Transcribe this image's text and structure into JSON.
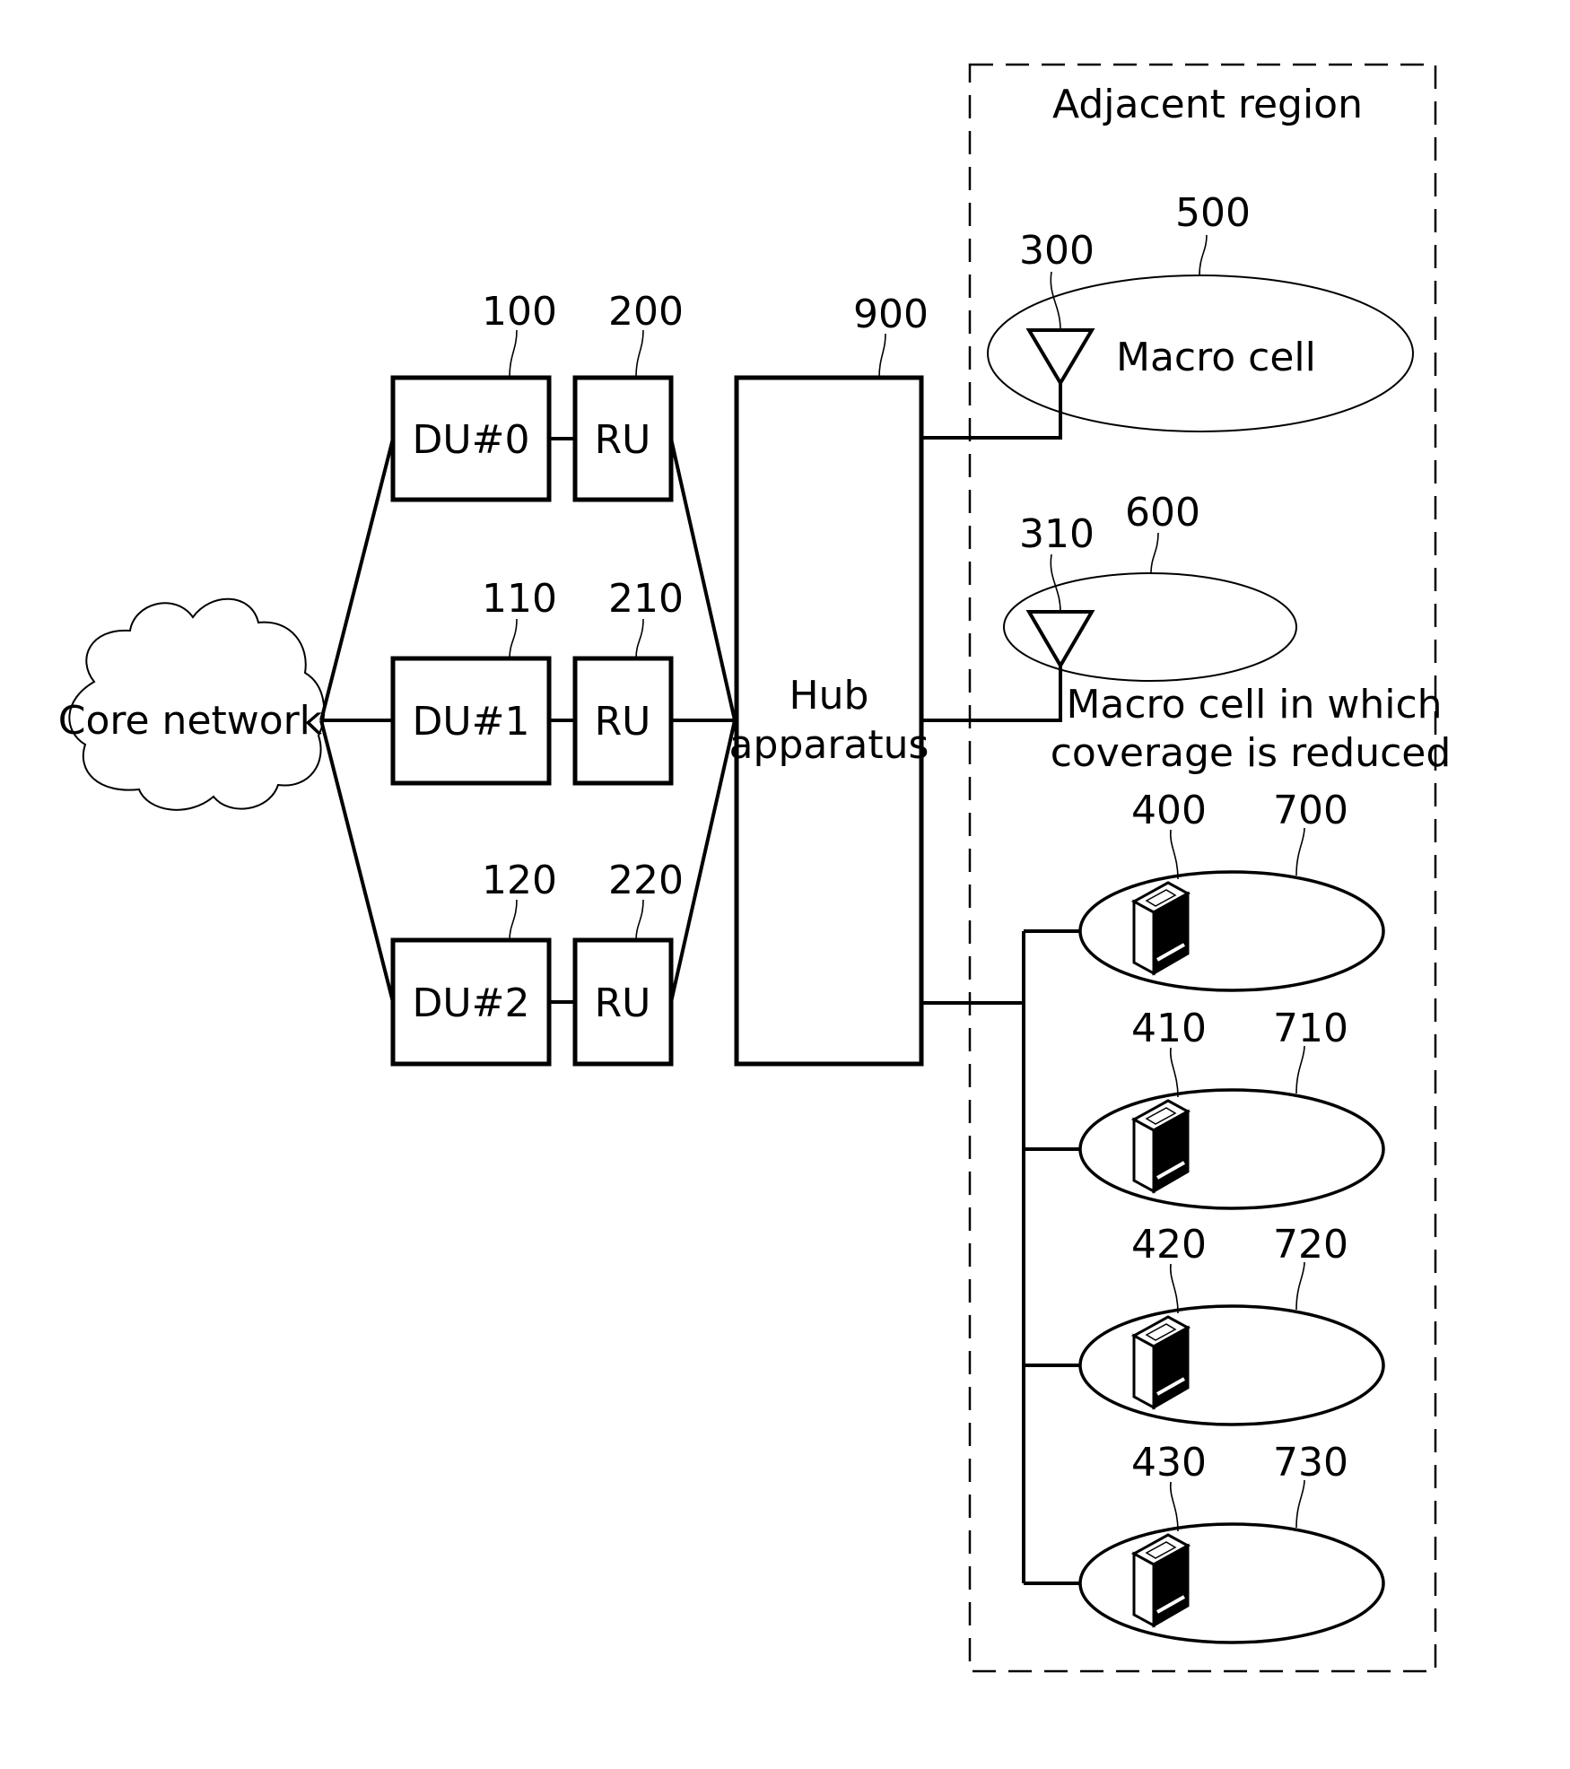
{
  "diagram": {
    "core_network": {
      "label": "Core network"
    },
    "du_units": [
      {
        "label": "DU#0",
        "ref": "100"
      },
      {
        "label": "DU#1",
        "ref": "110"
      },
      {
        "label": "DU#2",
        "ref": "120"
      }
    ],
    "ru_units": [
      {
        "label": "RU",
        "ref": "200"
      },
      {
        "label": "RU",
        "ref": "210"
      },
      {
        "label": "RU",
        "ref": "220"
      }
    ],
    "hub": {
      "label_line1": "Hub",
      "label_line2": "apparatus",
      "ref": "900"
    },
    "adjacent_region": {
      "label": "Adjacent region"
    },
    "macro_cells": [
      {
        "label": "Macro cell",
        "antenna_ref": "300",
        "cell_ref": "500"
      },
      {
        "label_line1": "Macro cell in which",
        "label_line2": "coverage is reduced",
        "antenna_ref": "310",
        "cell_ref": "600"
      }
    ],
    "small_cells": [
      {
        "device_ref": "400",
        "cell_ref": "700"
      },
      {
        "device_ref": "410",
        "cell_ref": "710"
      },
      {
        "device_ref": "420",
        "cell_ref": "720"
      },
      {
        "device_ref": "430",
        "cell_ref": "730"
      }
    ],
    "icons": {
      "cloud": "cloud-icon",
      "antenna": "antenna-icon",
      "small_cell_device": "small-cell-base-station-icon"
    }
  }
}
